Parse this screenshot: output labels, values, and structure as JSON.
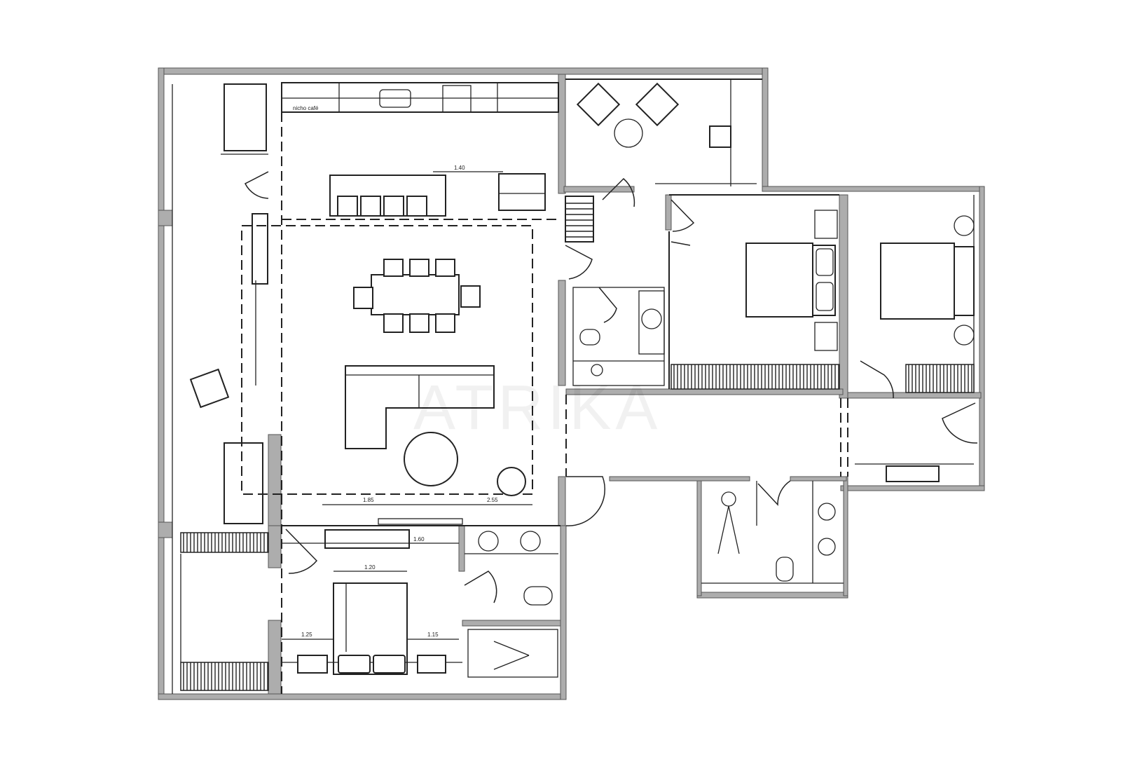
{
  "plan": {
    "labels": {
      "niche": "nicho café",
      "island_width": "1.40",
      "bed_width": "1.20",
      "left_clearance": "1.25",
      "right_clearance": "1.15",
      "cabinet": "1.60",
      "wall_left": "1.85",
      "wall_right": "2.55"
    },
    "watermark": "ATRIKA",
    "colors": {
      "wall": "#adadad",
      "line": "#222222",
      "background": "#ffffff"
    }
  }
}
